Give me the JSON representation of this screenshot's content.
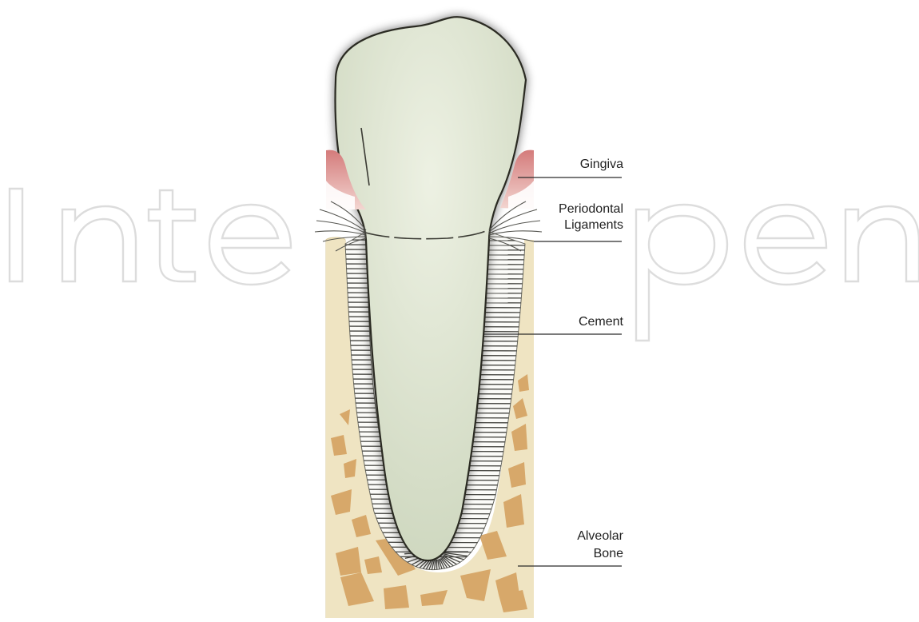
{
  "diagram": {
    "watermark_text": "IntechOpen",
    "labels": {
      "gingiva": "Gingiva",
      "periodontal_line1": "Periodontal",
      "periodontal_line2": "Ligaments",
      "cement": "Cement",
      "alveolar_line1": "Alveolar",
      "alveolar_line2": "Bone"
    },
    "colors": {
      "tooth": "#e3e9d6",
      "tooth_outline": "#2b2b22",
      "gingiva": "#d98a88",
      "bone": "#efe3bd",
      "bone_spots": "#d7a866",
      "ligament": "#ffffff",
      "watermark": "#dcdcdc"
    }
  }
}
